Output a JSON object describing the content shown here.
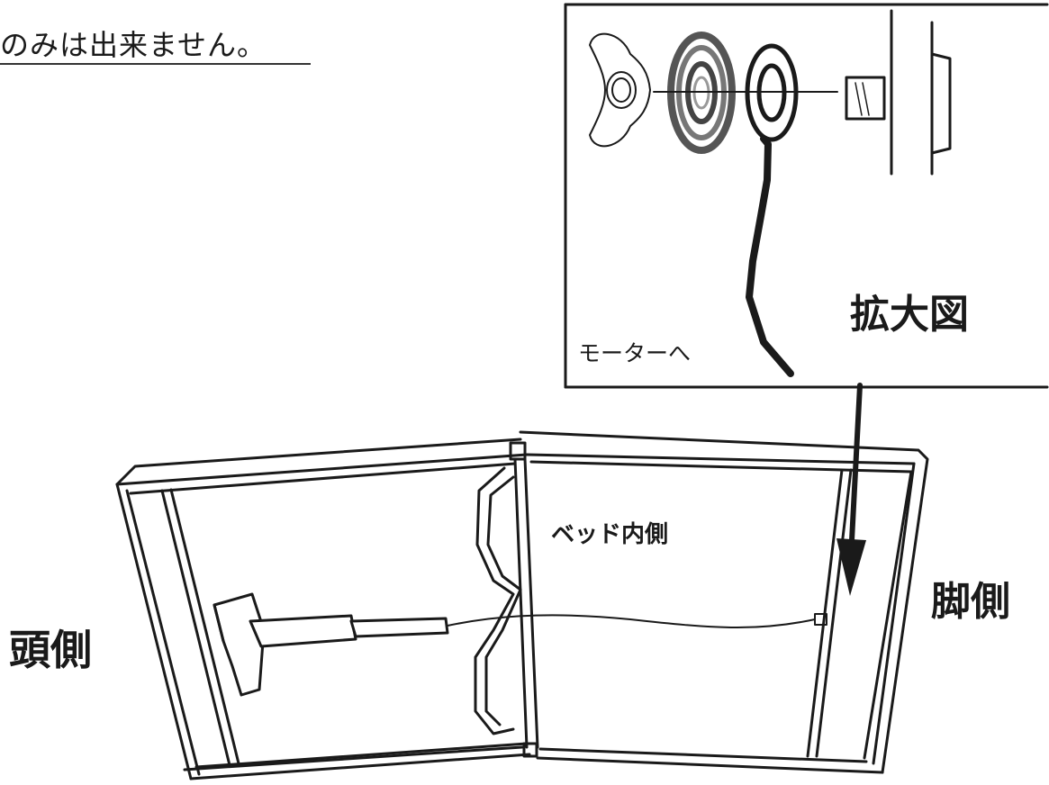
{
  "note": {
    "text": "のみは出来ません。"
  },
  "labels": {
    "head_side": "頭側",
    "foot_side": "脚側",
    "bed_inner": "ベッド内側",
    "zoom_view": "拡大図",
    "to_motor": "モーターへ"
  },
  "colors": {
    "line": "#1a1a1a",
    "background": "#ffffff"
  }
}
